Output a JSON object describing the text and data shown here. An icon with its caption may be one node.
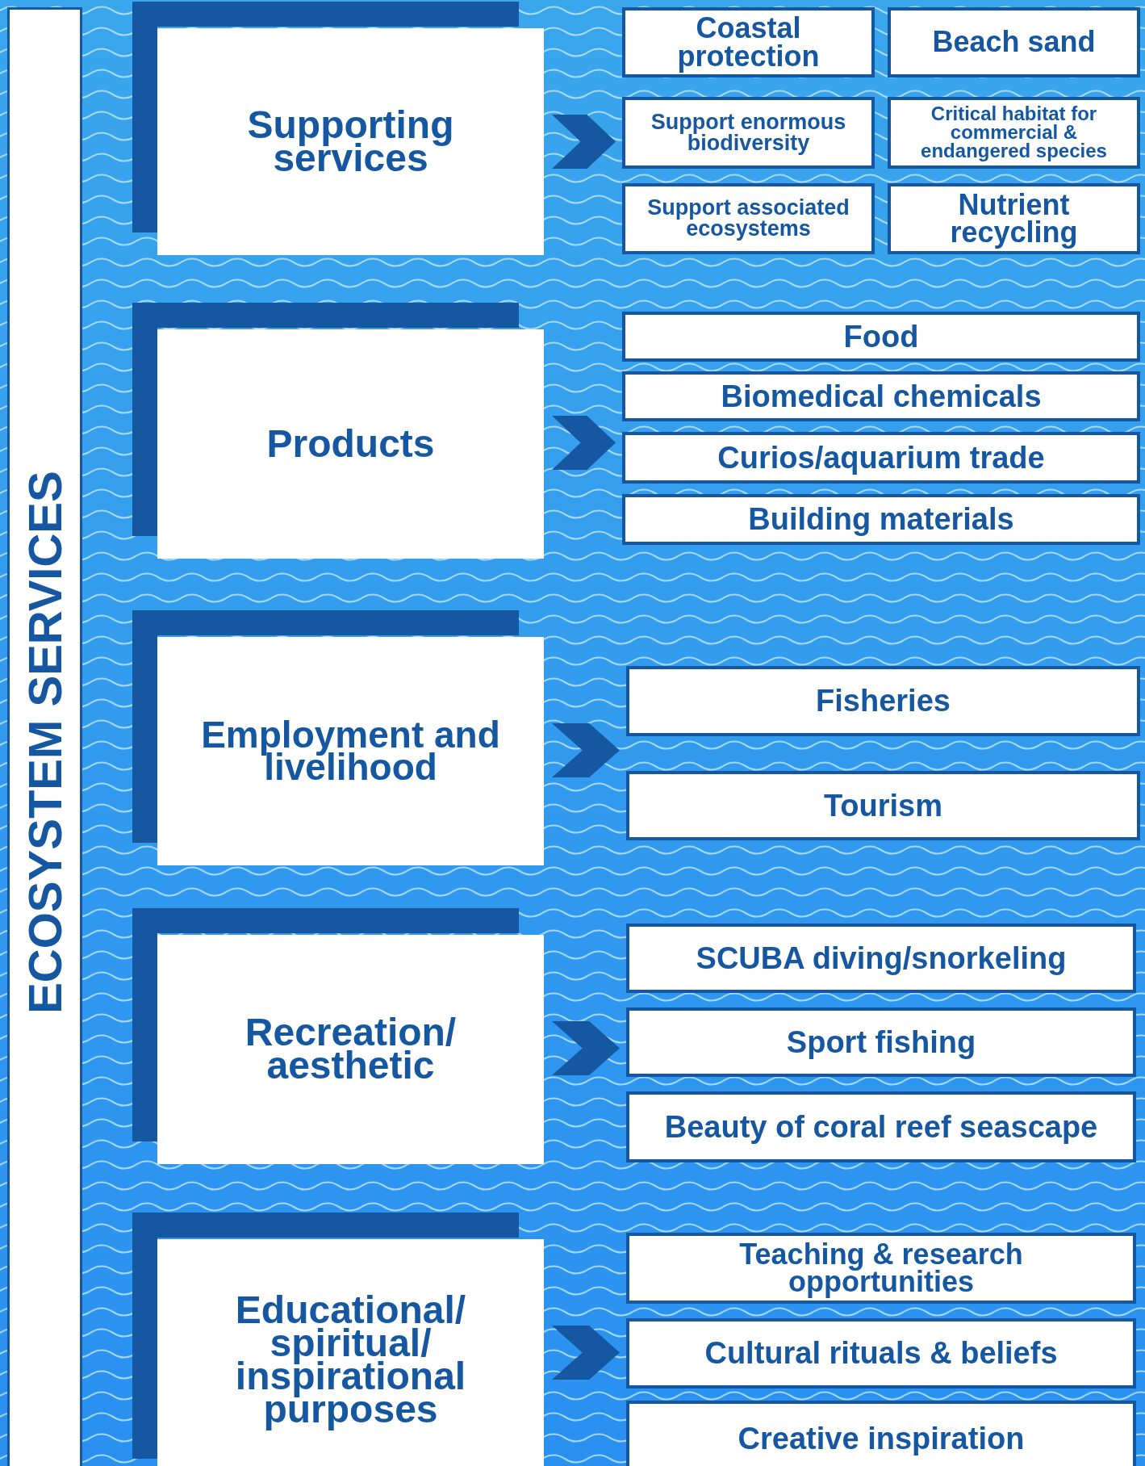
{
  "diagram": {
    "nodes": [
      {
        "text": [
          "ECOSYSTEM SERVICES"
        ]
      },
      {
        "text": [
          "Supporting services"
        ]
      },
      {
        "text": [
          "Coastal protection"
        ]
      },
      {
        "text": [
          "Beach sand"
        ]
      },
      {
        "text": [
          "Support enormous biodiversity"
        ]
      },
      {
        "text": [
          "Critical habitat for commercial & endangered species"
        ]
      },
      {
        "text": [
          "Support associated ecosystems"
        ]
      },
      {
        "text": [
          "Nutrient recycling"
        ]
      },
      {
        "text": [
          "Products"
        ]
      },
      {
        "text": [
          "Food"
        ]
      },
      {
        "text": [
          "Biomedical chemicals"
        ]
      },
      {
        "text": [
          "Curios/aquarium trade"
        ]
      },
      {
        "text": [
          "Building materials"
        ]
      },
      {
        "text": [
          "Employment and livelihood"
        ]
      },
      {
        "text": [
          "Fisheries"
        ]
      },
      {
        "text": [
          "Tourism"
        ]
      },
      {
        "text": [
          "Recreation/ aesthetic"
        ]
      },
      {
        "text": [
          "SCUBA diving/snorkeling"
        ]
      },
      {
        "text": [
          "Sport fishing"
        ]
      },
      {
        "text": [
          "Beauty of coral reef seascape"
        ]
      },
      {
        "text": [
          "Educational/ spiritual/ inspirational purposes"
        ]
      },
      {
        "text": [
          "Teaching & research opportunities"
        ]
      },
      {
        "text": [
          "Cultural rituals & beliefs"
        ]
      },
      {
        "text": [
          "Creative inspiration"
        ]
      }
    ],
    "edges": [
      {
        "from": 1,
        "to": 2,
        "arrow": "to"
      },
      {
        "from": 1,
        "to": 4,
        "arrow": "to"
      },
      {
        "from": 1,
        "to": 6,
        "arrow": "to"
      },
      {
        "from": 8,
        "to": 9,
        "arrow": "to"
      },
      {
        "from": 8,
        "to": 10,
        "arrow": "to"
      },
      {
        "from": 8,
        "to": 11,
        "arrow": "to"
      },
      {
        "from": 8,
        "to": 12,
        "arrow": "to"
      },
      {
        "from": 13,
        "to": 14,
        "arrow": "to"
      },
      {
        "from": 13,
        "to": 15,
        "arrow": "to"
      },
      {
        "from": 16,
        "to": 17,
        "arrow": "to"
      },
      {
        "from": 16,
        "to": 18,
        "arrow": "to"
      },
      {
        "from": 16,
        "to": 19,
        "arrow": "to"
      },
      {
        "from": 20,
        "to": 21,
        "arrow": "to"
      },
      {
        "from": 20,
        "to": 22,
        "arrow": "to"
      },
      {
        "from": 20,
        "to": 23,
        "arrow": "to"
      }
    ]
  }
}
